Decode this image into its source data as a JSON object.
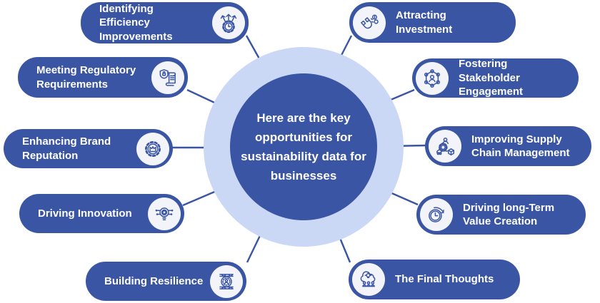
{
  "colors": {
    "primary": "#3b55a5",
    "ring": "#cbd8f5",
    "icon_bg": "#f2f4fa",
    "label": "#ffffff",
    "page_bg": "#ffffff"
  },
  "center": {
    "text": "Here are the key opportunities for sustainability data for businesses"
  },
  "items": [
    {
      "label": "Identifying Efficiency Improvements",
      "icon": "efficiency-arrows-icon"
    },
    {
      "label": "Attracting Investment",
      "icon": "magnet-coins-icon"
    },
    {
      "label": "Meeting Regulatory Requirements",
      "icon": "shield-document-icon"
    },
    {
      "label": "Fostering Stakeholder Engagement",
      "icon": "stakeholder-network-icon"
    },
    {
      "label": "Enhancing Brand Reputation",
      "icon": "gear-crown-icon"
    },
    {
      "label": "Improving Supply Chain Management",
      "icon": "supply-chain-icon"
    },
    {
      "label": "Driving Innovation",
      "icon": "innovation-circuit-icon"
    },
    {
      "label": "Driving long-Term Value Creation",
      "icon": "clock-arrow-icon"
    },
    {
      "label": "Building Resilience",
      "icon": "resilience-coil-icon"
    },
    {
      "label": "The Final Thoughts",
      "icon": "final-thoughts-icon"
    }
  ]
}
